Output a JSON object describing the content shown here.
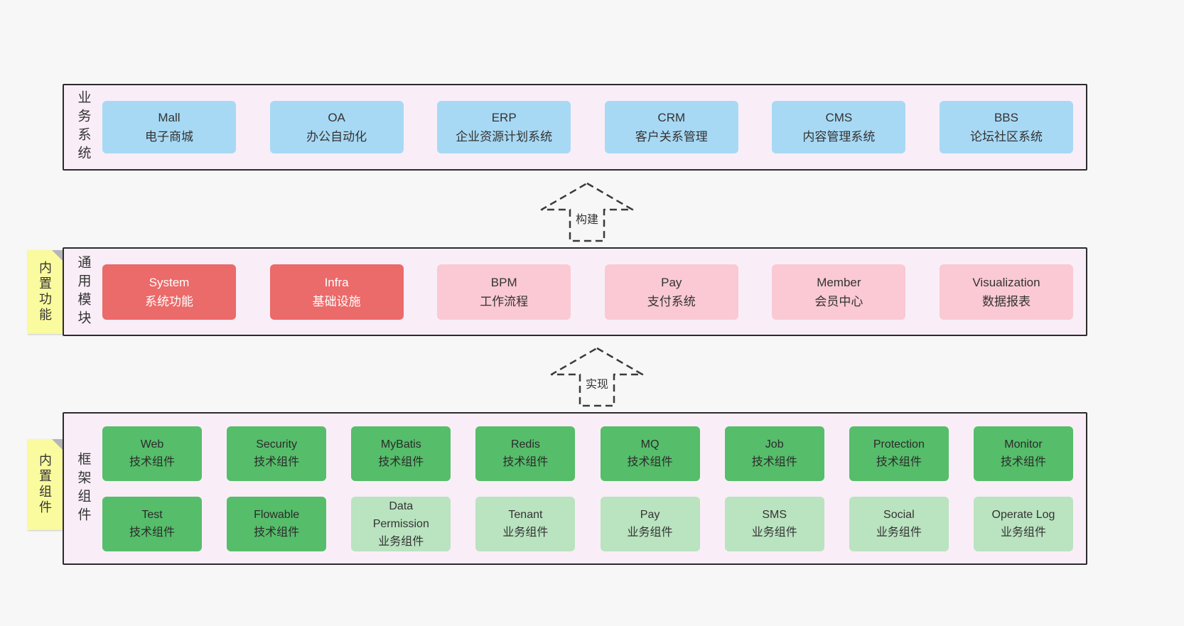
{
  "arrows": {
    "build": "构建",
    "implement": "实现"
  },
  "layers": {
    "business": {
      "label": "业务系统",
      "boxes": [
        {
          "title": "Mall",
          "subtitle": "电子商城"
        },
        {
          "title": "OA",
          "subtitle": "办公自动化"
        },
        {
          "title": "ERP",
          "subtitle": "企业资源计划系统"
        },
        {
          "title": "CRM",
          "subtitle": "客户关系管理"
        },
        {
          "title": "CMS",
          "subtitle": "内容管理系统"
        },
        {
          "title": "BBS",
          "subtitle": "论坛社区系统"
        }
      ]
    },
    "modules": {
      "label": "通用模块",
      "sticky": "内置功能",
      "boxes": [
        {
          "title": "System",
          "subtitle": "系统功能"
        },
        {
          "title": "Infra",
          "subtitle": "基础设施"
        },
        {
          "title": "BPM",
          "subtitle": "工作流程"
        },
        {
          "title": "Pay",
          "subtitle": "支付系统"
        },
        {
          "title": "Member",
          "subtitle": "会员中心"
        },
        {
          "title": "Visualization",
          "subtitle": "数据报表"
        }
      ]
    },
    "components": {
      "label": "框架组件",
      "sticky": "内置组件",
      "rows": [
        [
          {
            "title": "Web",
            "subtitle": "技术组件"
          },
          {
            "title": "Security",
            "subtitle": "技术组件"
          },
          {
            "title": "MyBatis",
            "subtitle": "技术组件"
          },
          {
            "title": "Redis",
            "subtitle": "技术组件"
          },
          {
            "title": "MQ",
            "subtitle": "技术组件"
          },
          {
            "title": "Job",
            "subtitle": "技术组件"
          },
          {
            "title": "Protection",
            "subtitle": "技术组件"
          },
          {
            "title": "Monitor",
            "subtitle": "技术组件"
          }
        ],
        [
          {
            "title": "Test",
            "subtitle": "技术组件"
          },
          {
            "title": "Flowable",
            "subtitle": "技术组件"
          },
          {
            "title": "Data Permission",
            "subtitle": "业务组件"
          },
          {
            "title": "Tenant",
            "subtitle": "业务组件"
          },
          {
            "title": "Pay",
            "subtitle": "业务组件"
          },
          {
            "title": "SMS",
            "subtitle": "业务组件"
          },
          {
            "title": "Social",
            "subtitle": "业务组件"
          },
          {
            "title": "Operate Log",
            "subtitle": "业务组件"
          }
        ]
      ]
    }
  },
  "colors": {
    "page_bg": "#f7f7f7",
    "panel_bg": "#f9eef7",
    "panel_border": "#2b2b2b",
    "blue": "#a8d9f4",
    "red": "#eb6a6a",
    "pink": "#fac9d3",
    "green": "#56bd6a",
    "light_green": "#bae3c0",
    "sticky_yellow": "#fafa9e"
  }
}
